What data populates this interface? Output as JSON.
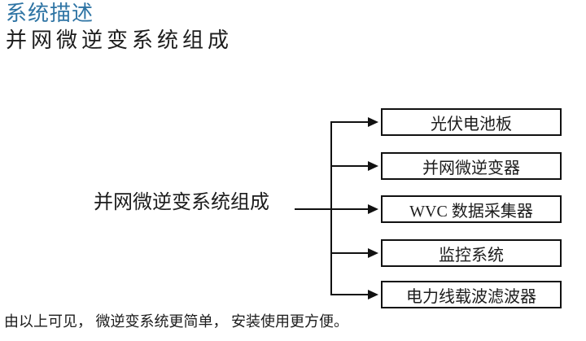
{
  "header": {
    "title": "系统描述",
    "subtitle": "并网微逆变系统组成"
  },
  "diagram": {
    "root_label": "并网微逆变系统组成",
    "boxes": [
      {
        "label": "光伏电池板"
      },
      {
        "label": "并网微逆变器"
      },
      {
        "label": "WVC 数据采集器"
      },
      {
        "label": "监控系统"
      },
      {
        "label": "电力线载波滤波器"
      }
    ]
  },
  "footer": {
    "note": "由以上可见， 微逆变系统更简单， 安装使用更方便。"
  },
  "colors": {
    "title_blue": "#2e74a4",
    "body_text": "#1c1c1c",
    "line_black": "#111111"
  }
}
